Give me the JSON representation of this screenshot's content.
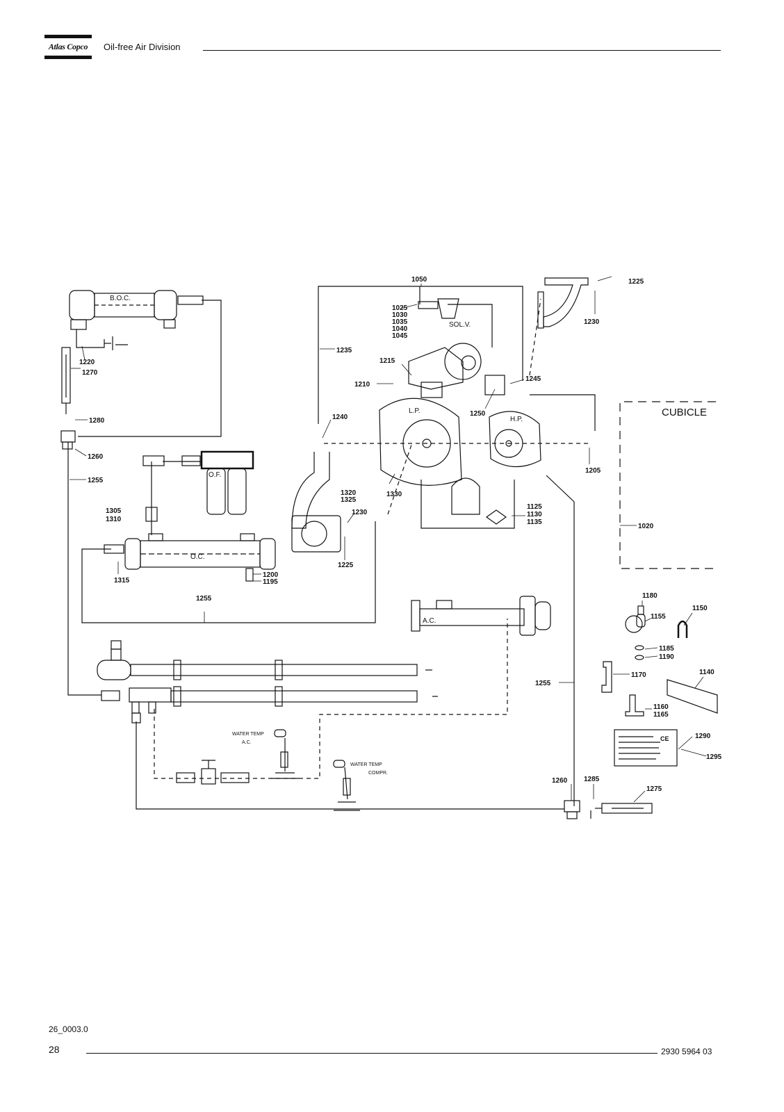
{
  "header": {
    "logo_text": "Atlas Copco",
    "division": "Oil-free Air Division"
  },
  "footer": {
    "figure_code": "26_0003.0",
    "page_number": "28",
    "document_number": "2930 5964 03"
  },
  "diagram": {
    "component_names": {
      "boc": "B.O.C.",
      "solv": "SOL.V.",
      "lp": "L.P.",
      "hp": "H.P.",
      "cubicle": "CUBICLE",
      "of": "O.F.",
      "oc": "O.C.",
      "ac": "A.C.",
      "water_temp_ac_1": "WATER TEMP",
      "water_temp_ac_2": "A.C.",
      "water_temp_compr_1": "WATER TEMP",
      "water_temp_compr_2": "COMPR."
    },
    "part_numbers": {
      "p1050": "1050",
      "p1025": "1025",
      "p1030": "1030",
      "p1035": "1035",
      "p1040": "1040",
      "p1045": "1045",
      "p1225a": "1225",
      "p1230a": "1230",
      "p1220": "1220",
      "p1270": "1270",
      "p1235": "1235",
      "p1215": "1215",
      "p1210": "1210",
      "p1245": "1245",
      "p1250": "1250",
      "p1280": "1280",
      "p1240": "1240",
      "p1205": "1205",
      "p1260a": "1260",
      "p1255a": "1255",
      "p1305": "1305",
      "p1310": "1310",
      "p1320": "1320",
      "p1325": "1325",
      "p1330": "1330",
      "p1230b": "1230",
      "p1125": "1125",
      "p1130": "1130",
      "p1135": "1135",
      "p1020": "1020",
      "p1315": "1315",
      "p1200": "1200",
      "p1195": "1195",
      "p1225b": "1225",
      "p1255b": "1255",
      "p1180": "1180",
      "p1150": "1150",
      "p1155": "1155",
      "p1185": "1185",
      "p1190": "1190",
      "p1140": "1140",
      "p1170": "1170",
      "p1255c": "1255",
      "p1160": "1160",
      "p1165": "1165",
      "p1290": "1290",
      "p1295": "1295",
      "p1260b": "1260",
      "p1285": "1285",
      "p1275": "1275"
    },
    "ce_mark": "CE"
  }
}
